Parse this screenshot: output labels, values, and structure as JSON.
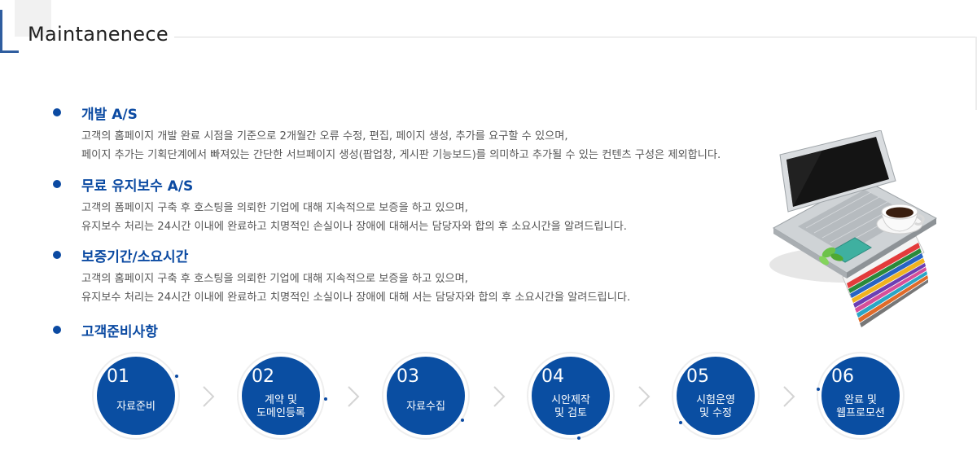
{
  "header": {
    "title": "Maintanenece"
  },
  "sections": [
    {
      "title": "개발 A/S",
      "lines": [
        "고객의 홈페이지 개발 완료 시점을 기준으로 2개월간 오류 수정, 편집, 페이지 생성, 추가를 요구할 수 있으며,",
        "페이지 추가는 기획단계에서 빠져있는 간단한 서브페이지 생성(팝업창, 게시판 기능보드)를 의미하고 추가될 수 있는 컨텐츠 구성은 제외합니다."
      ]
    },
    {
      "title": "무료 유지보수 A/S",
      "lines": [
        "고객의 폼페이지 구축 후 호스팅을 의뢰한 기업에 대해 지속적으로 보증을 하고 있으며,",
        "유지보수 처리는 24시간 이내에 완료하고 치명적인 손실이나 장애에 대해서는 담당자와 합의 후 소요시간을 알려드립니다."
      ]
    },
    {
      "title": "보증기간/소요시간",
      "lines": [
        "고객의 홈페이지 구축 후 호스팅을 의뢰한 기업에 대해 지속적으로 보증을 하고 있으며,",
        "유지보수 처리는 24시간 이내에 완료하고 치명적인 소실이나 장애에 대해 서는 담당자와 합의 후 소요시간을 알려드립니다."
      ]
    },
    {
      "title": "고객준비사항",
      "lines": []
    }
  ],
  "steps": [
    {
      "num": "01",
      "label1": "자료준비",
      "label2": ""
    },
    {
      "num": "02",
      "label1": "계약 및",
      "label2": "도메인등록"
    },
    {
      "num": "03",
      "label1": "자료수집",
      "label2": ""
    },
    {
      "num": "04",
      "label1": "시안제작",
      "label2": "및 검토"
    },
    {
      "num": "05",
      "label1": "시험운영",
      "label2": "및 수정"
    },
    {
      "num": "06",
      "label1": "완료 및",
      "label2": "웹프로모션"
    }
  ],
  "colors": {
    "accent": "#0b4aa2",
    "circle": "#0a4ea2",
    "text": "#555555"
  }
}
